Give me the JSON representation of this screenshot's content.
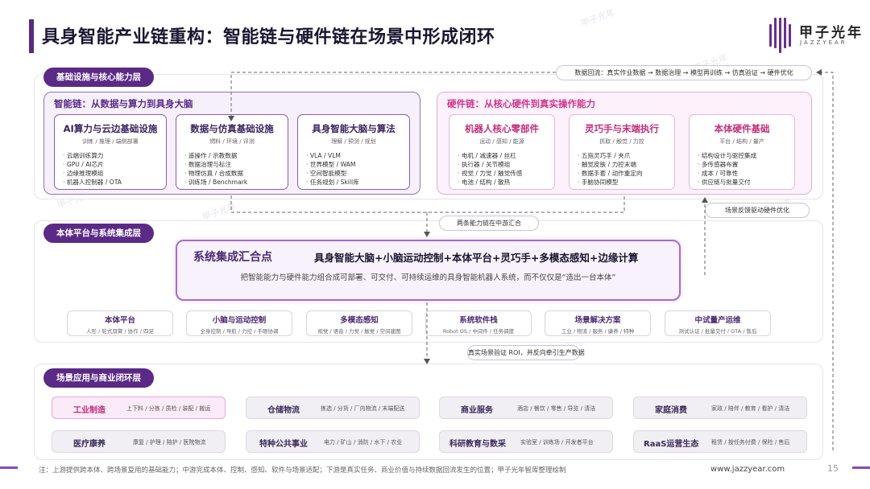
{
  "title": "具身智能产业链重构：智能链与硬件链在场景中形成闭环",
  "logo": {
    "cn": "甲子光年",
    "en": "JAZZYEAR",
    "watermark": "甲子光年"
  },
  "layer1": {
    "tag": "基础设施与核心能力层",
    "loop_banner": "数据回流：真实作业数据 → 数据治理 → 模型再训练 → 仿真验证 → 硬件优化",
    "intel_chain": {
      "title": "智能链：从数据与算力到具身大脑",
      "cards": [
        {
          "title": "AI算力与云边基础设施",
          "sub": "训练 / 推理 / 端侧部署",
          "items": [
            "云端训练算力",
            "GPU / AI芯片",
            "边缘推理模组",
            "机器人控制器 / OTA"
          ]
        },
        {
          "title": "数据与仿真基础设施",
          "sub": "燃料 / 环境 / 评测",
          "items": [
            "遥操作 / 示教数据",
            "数据治理与标注",
            "物理仿真 / 合成数据",
            "训练场 / Benchmark"
          ]
        },
        {
          "title": "具身智能大脑与算法",
          "sub": "理解 / 预测 / 规划",
          "items": [
            "VLA / VLM",
            "世界模型 / WAM",
            "空间智能模型",
            "任务规划 / Skill库"
          ]
        }
      ]
    },
    "hw_chain": {
      "title": "硬件链：从核心硬件到真实操作能力",
      "cards": [
        {
          "title": "机器人核心零部件",
          "sub": "运动 / 感知 / 能源",
          "items": [
            "电机 / 减速器 / 丝杠",
            "执行器 / 关节模组",
            "视觉 / 力觉 / 触觉传感",
            "电池 / 结构 / 散热"
          ]
        },
        {
          "title": "灵巧手与末端执行",
          "sub": "抓取 / 触觉 / 力控",
          "items": [
            "五指灵巧手 / 夹爪",
            "触觉皮肤 / 力控末端",
            "数据手套 / 动作重定向",
            "手脑协同模型"
          ]
        },
        {
          "title": "本体硬件基础",
          "sub": "平台 / 结构 / 量产",
          "items": [
            "结构设计与驱控集成",
            "多传感器布置",
            "成本 / 可靠性",
            "供应链与批量交付"
          ]
        }
      ]
    }
  },
  "converge_label": "两条能力链在中游汇合",
  "feedback_label": "场景反馈驱动硬件优化",
  "layer2": {
    "tag": "本体平台与系统集成层",
    "hub": {
      "title": "系统集成汇合点",
      "formula": "具身智能大脑+小脑运动控制+本体平台+灵巧手+多模态感知+边缘计算",
      "desc": "把智能能力与硬件能力组合成可部署、可交付、可持续运维的具身智能机器人系统，而不仅仅是“造出一台本体”"
    },
    "modules": [
      {
        "title": "本体平台",
        "sub": "人形 / 轮式双臂 / 协作 / 四足"
      },
      {
        "title": "小脑与运动控制",
        "sub": "全身控制 / 导航 / 力控 / 手眼协调"
      },
      {
        "title": "多模态感知",
        "sub": "视觉 / 语音 / 力觉 / 触觉 / 空间建图"
      },
      {
        "title": "系统软件栈",
        "sub": "Robot OS / 中间件 / 任务调度"
      },
      {
        "title": "场景解决方案",
        "sub": "工业 / 物流 / 服务 / 康养 / 特种"
      },
      {
        "title": "中试量产运维",
        "sub": "测试认证 / 批量交付 / OTA / 售后"
      }
    ]
  },
  "roi_label": "真实场景验证 ROI，并反向牵引生产数据",
  "layer3": {
    "tag": "场景应用与商业闭环层",
    "scenes": [
      {
        "title": "工业制造",
        "sub": "上下料 / 分拣 / 质检 / 装配 / 搬运",
        "active": true
      },
      {
        "title": "仓储物流",
        "sub": "拣选 / 分货 / 厂内物流 / 末端配送",
        "active": false
      },
      {
        "title": "商业服务",
        "sub": "酒店 / 餐饮 / 零售 / 导览 / 清洁",
        "active": false
      },
      {
        "title": "家庭消费",
        "sub": "家政 / 陪伴 / 教育 / 看护 / 清洁",
        "active": false
      },
      {
        "title": "医疗康养",
        "sub": "康复 / 护理 / 陪护 / 医院物流",
        "active": false
      },
      {
        "title": "特种公共事业",
        "sub": "电力 / 矿山 / 消防 / 水下 / 农业",
        "active": false
      },
      {
        "title": "科研教育与数采",
        "sub": "实验室 / 训练场 / 开发者平台",
        "active": false
      },
      {
        "title": "RaaS运营生态",
        "sub": "租赁 / 按任务付费 / 保险 / 售后",
        "active": false
      }
    ]
  },
  "footnote": "注：上游提供跨本体、跨场景复用的基础能力；中游完成本体、控制、感知、软件与场景适配；下游是真实任务、商业价值与持续数据回流发生的位置；甲子光年智库整理绘制",
  "website": "www.jazzyear.com",
  "page": "15",
  "colors": {
    "primary": "#5b2a86",
    "intel_accent": "#5a2a8a",
    "hw_accent": "#d0368e",
    "scene_active": "#c0307e"
  }
}
